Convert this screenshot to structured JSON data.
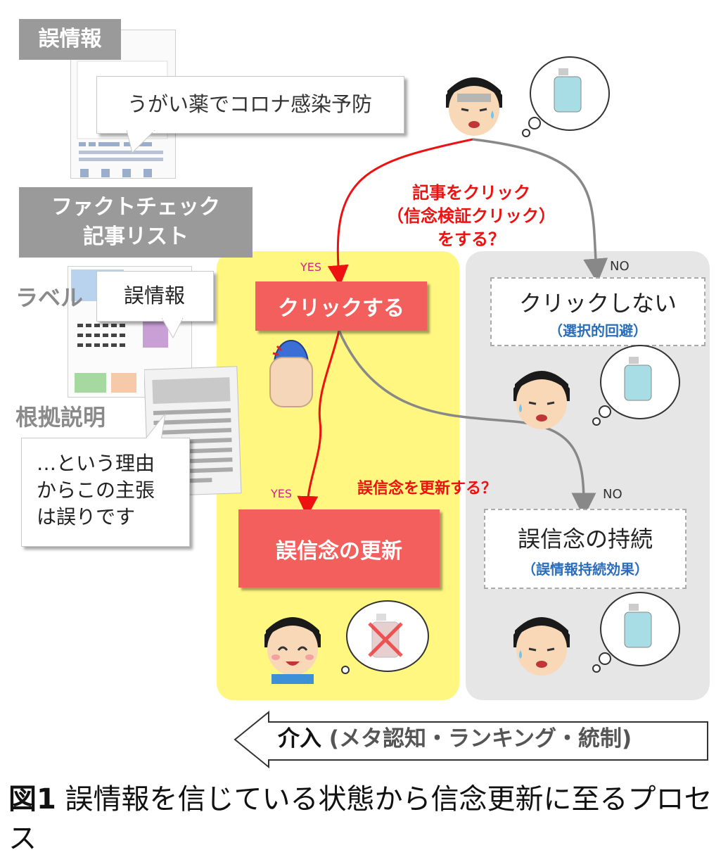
{
  "left": {
    "misinfo_label": "誤情報",
    "post_text": "うがい薬でコロナ感染予防",
    "factcheck_line1": "ファクトチェック",
    "factcheck_line2": "記事リスト",
    "label_tag": "ラベル",
    "label_bubble": "誤情報",
    "evidence_tag": "根拠説明",
    "evidence_line1": "…という理由",
    "evidence_line2": "からこの主張",
    "evidence_line3": "は誤りです"
  },
  "flow": {
    "question1_line1": "記事をクリック",
    "question1_line2": "（信念検証クリック）",
    "question1_line3": "をする？",
    "question2": "誤信念を更新する？",
    "yes1": "YES",
    "yes2": "YES",
    "no1": "NO",
    "no2": "NO",
    "click_box": "クリックする",
    "update_box": "誤信念の更新",
    "noclick_title": "クリックしない",
    "noclick_sub": "（選択的回避）",
    "persist_title": "誤信念の持続",
    "persist_sub": "（誤情報持続効果）"
  },
  "intervention": {
    "bold": "介入",
    "rest": " (メタ認知・ランキング・統制)"
  },
  "caption": {
    "fig": "図1",
    "text": " 誤情報を信じている状態から信念更新に至るプロセス"
  },
  "colors": {
    "red_arrow": "#ee1111",
    "gray_arrow": "#888888",
    "yellow_panel": "#fff780",
    "gray_panel": "#e6e6e6",
    "red_box": "#f25f5c",
    "blue_subtext": "#2a6ebb",
    "pink_yes": "#d6228a"
  }
}
